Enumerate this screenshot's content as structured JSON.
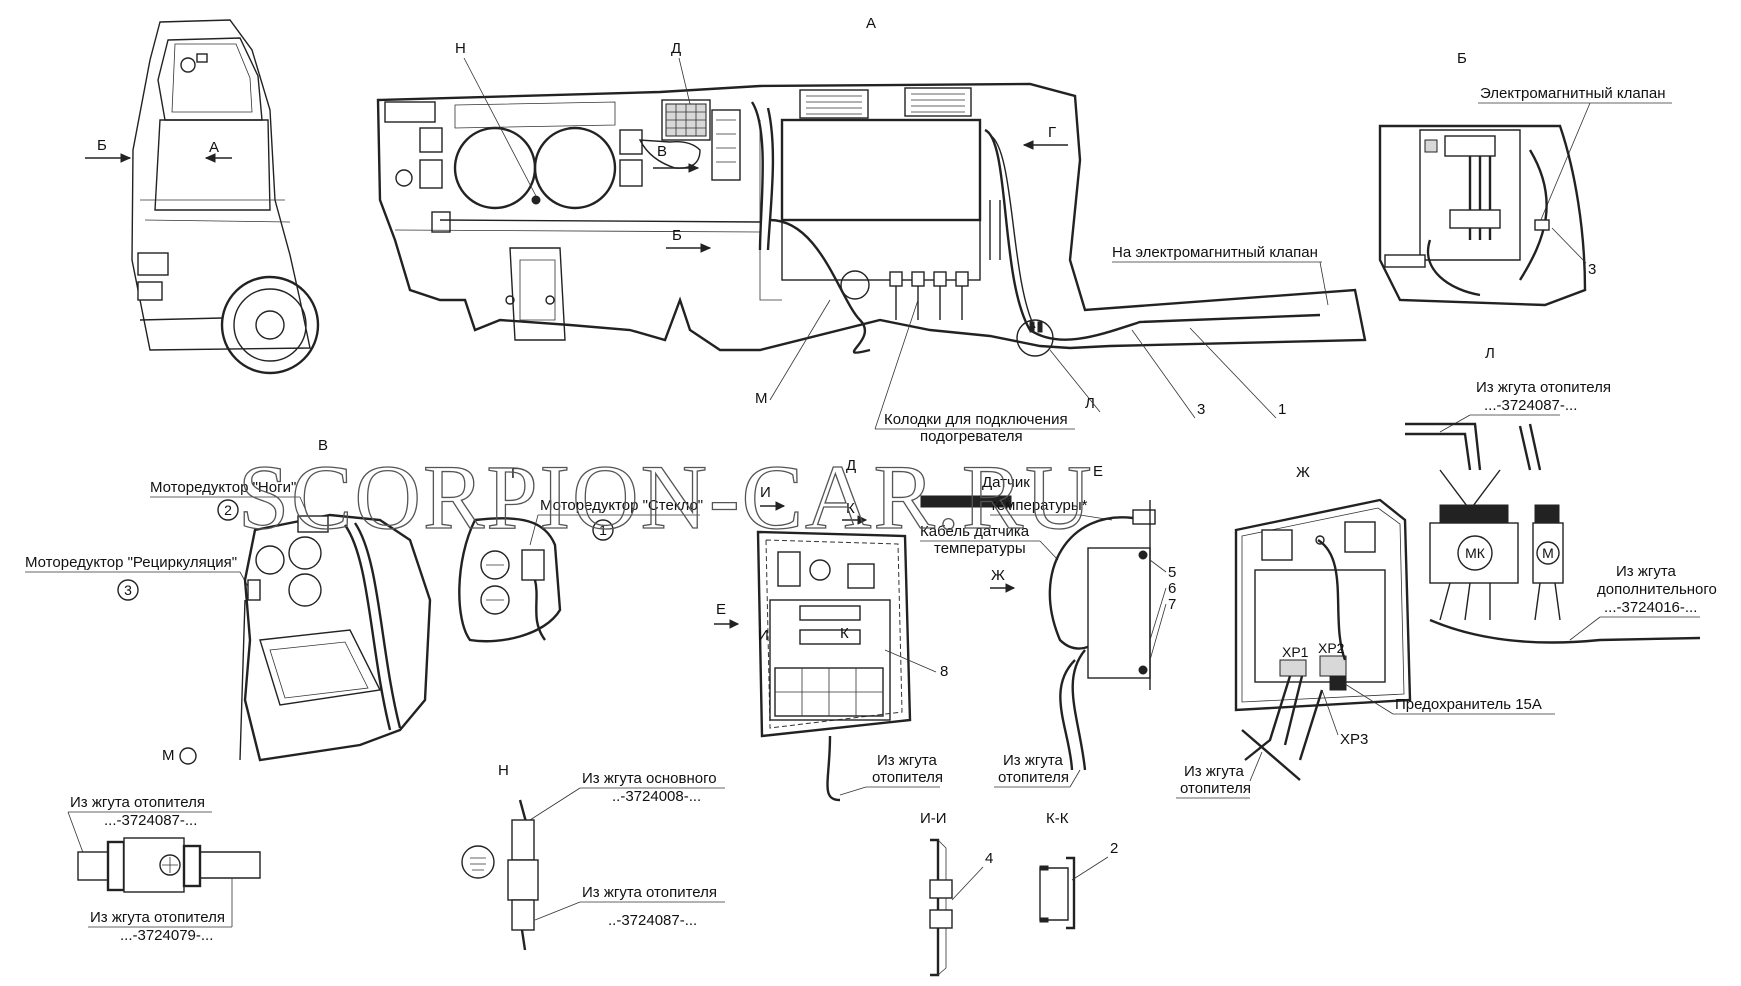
{
  "watermark": "SCORPION-CAR.RU",
  "views": {
    "a": "А",
    "b": "Б",
    "v": "В",
    "g": "Г",
    "d": "Д",
    "e": "Е",
    "zh": "Ж",
    "i": "И",
    "k": "К",
    "l": "Л",
    "m": "М",
    "n": "Н",
    "ii": "И-И",
    "kk": "К-К"
  },
  "labels": {
    "solenoid_valve": "Электромагнитный клапан",
    "to_solenoid_valve": "На электромагнитный клапан",
    "heater_pads_1": "Колодки для подключения",
    "heater_pads_2": "подогревателя",
    "motor_legs": "Моторедуктор \"Ноги\"",
    "motor_glass": "Моторедуктор \"Стекло\"",
    "motor_recirc": "Моторедуктор \"Рециркуляция\"",
    "temp_sensor_1": "Датчик",
    "temp_sensor_2": "температуры*",
    "temp_cable_1": "Кабель датчика",
    "temp_cable_2": "температуры",
    "from_heater_harness": "Из жгута отопителя",
    "from_heater_harness_l1": "Из жгута",
    "from_heater_harness_l2": "отопителя",
    "code_3724087": "...-3724087-...",
    "code_3724087_b": "..-3724087-...",
    "from_main_harness": "Из жгута основного",
    "code_3724008": "..-3724008-...",
    "code_3724079": "...-3724079-...",
    "from_extra_harness_1": "Из жгута",
    "from_extra_harness_2": "дополнительного",
    "code_3724016": "...-3724016-...",
    "fuse_15a": "Предохранитель 15А",
    "xp3": "ХР3",
    "mk": "МК",
    "m": "М",
    "xp1": "ХР1",
    "xp2": "ХР2"
  },
  "numbers": {
    "n1": "1",
    "n2": "2",
    "n3": "3",
    "n4": "4",
    "n5": "5",
    "n6": "6",
    "n7": "7",
    "n8": "8"
  }
}
